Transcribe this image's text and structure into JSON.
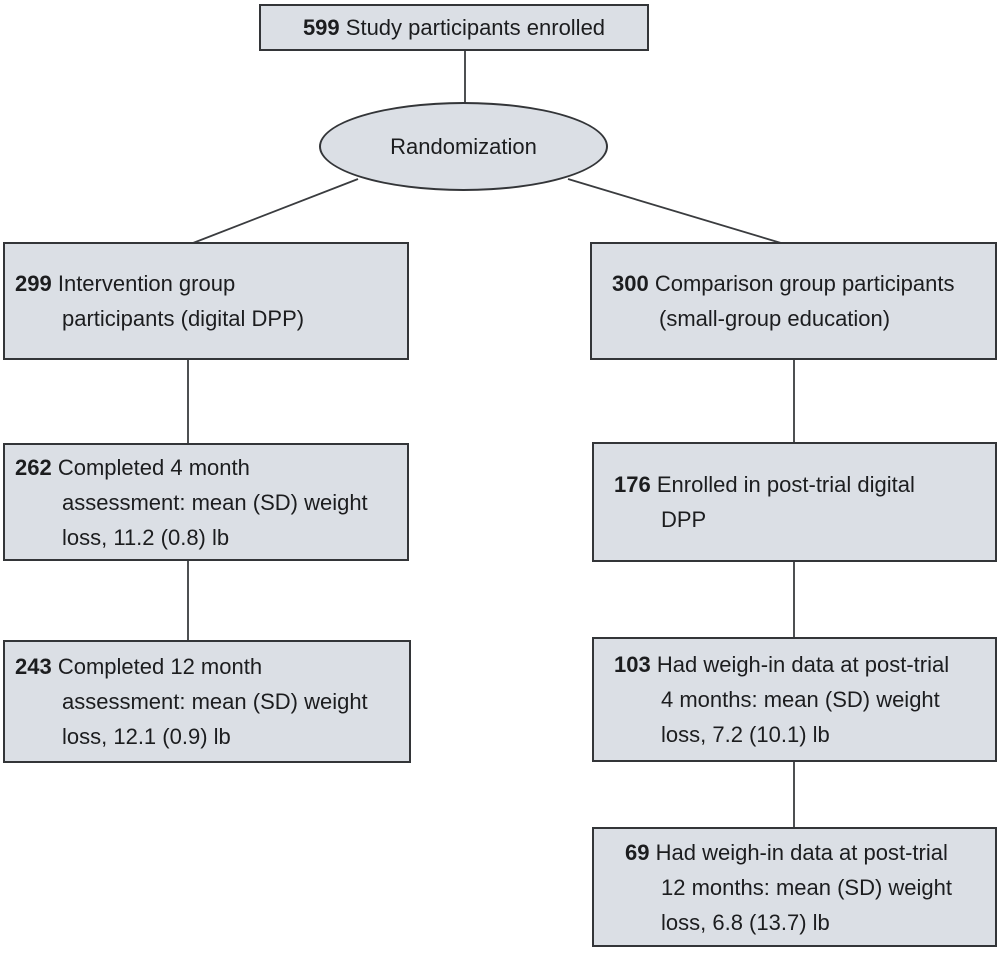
{
  "colors": {
    "box_fill": "#dbdfe5",
    "box_border": "#333538",
    "connector_line": "#3a3c3f",
    "text": "#1c1d1f",
    "background": "#ffffff"
  },
  "flow": {
    "enrolled": {
      "number": "599",
      "lines": [
        "Study participants enrolled"
      ]
    },
    "randomization": {
      "label": "Randomization"
    },
    "left": [
      {
        "number": "299",
        "lines": [
          "Intervention group",
          "participants (digital DPP)"
        ]
      },
      {
        "number": "262",
        "lines": [
          "Completed 4 month",
          "assessment: mean (SD) weight",
          "loss, 11.2 (0.8) lb"
        ]
      },
      {
        "number": "243",
        "lines": [
          "Completed 12 month",
          "assessment: mean (SD) weight",
          "loss, 12.1 (0.9) lb"
        ]
      }
    ],
    "right": [
      {
        "number": "300",
        "lines": [
          "Comparison group participants",
          "(small-group education)"
        ]
      },
      {
        "number": "176",
        "lines": [
          "Enrolled in post-trial digital",
          "DPP"
        ]
      },
      {
        "number": "103",
        "lines": [
          "Had weigh-in data at post-trial",
          "4 months: mean (SD) weight",
          "loss, 7.2 (10.1) lb"
        ]
      },
      {
        "number": "69",
        "lines": [
          "Had weigh-in data at post-trial",
          "12 months: mean (SD) weight",
          "loss, 6.8 (13.7) lb"
        ]
      }
    ]
  }
}
